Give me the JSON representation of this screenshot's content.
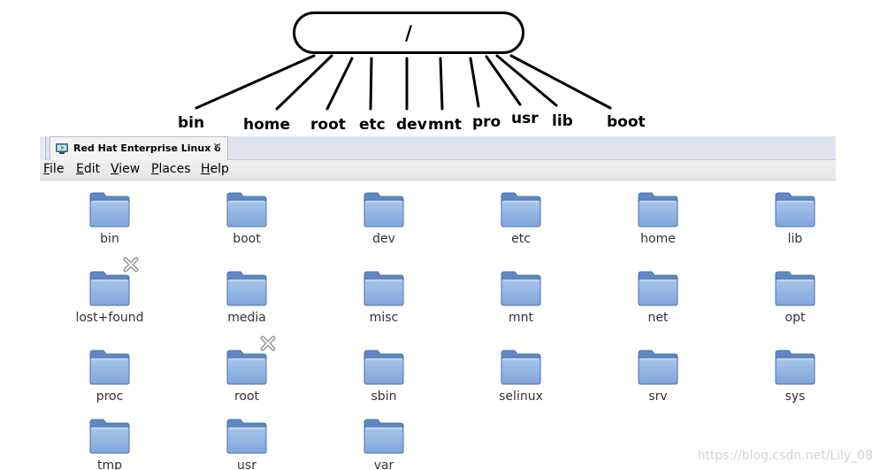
{
  "diagram": {
    "root_label": "/",
    "branches": [
      {
        "id": "bin",
        "label": "bin"
      },
      {
        "id": "home",
        "label": "home"
      },
      {
        "id": "root",
        "label": "root"
      },
      {
        "id": "etc",
        "label": "etc"
      },
      {
        "id": "dev",
        "label": "dev"
      },
      {
        "id": "mnt",
        "label": "mnt"
      },
      {
        "id": "pro",
        "label": "pro"
      },
      {
        "id": "usr",
        "label": "usr"
      },
      {
        "id": "lib",
        "label": "lib"
      },
      {
        "id": "boot",
        "label": "boot"
      }
    ]
  },
  "window": {
    "tab": {
      "title": "Red Hat Enterprise Linux 6",
      "close_glyph": "✕"
    },
    "menu": [
      "File",
      "Edit",
      "View",
      "Places",
      "Help"
    ],
    "items": [
      {
        "name": "bin",
        "emblem": false
      },
      {
        "name": "boot",
        "emblem": false
      },
      {
        "name": "dev",
        "emblem": false
      },
      {
        "name": "etc",
        "emblem": false
      },
      {
        "name": "home",
        "emblem": false
      },
      {
        "name": "lib",
        "emblem": false
      },
      {
        "name": "lost+found",
        "emblem": true
      },
      {
        "name": "media",
        "emblem": false
      },
      {
        "name": "misc",
        "emblem": false
      },
      {
        "name": "mnt",
        "emblem": false
      },
      {
        "name": "net",
        "emblem": false
      },
      {
        "name": "opt",
        "emblem": false
      },
      {
        "name": "proc",
        "emblem": false
      },
      {
        "name": "root",
        "emblem": true
      },
      {
        "name": "sbin",
        "emblem": false
      },
      {
        "name": "selinux",
        "emblem": false
      },
      {
        "name": "srv",
        "emblem": false
      },
      {
        "name": "sys",
        "emblem": false
      },
      {
        "name": "tmp",
        "emblem": false
      },
      {
        "name": "usr",
        "emblem": false
      },
      {
        "name": "var",
        "emblem": false
      }
    ]
  },
  "watermark": "https://blog.csdn.net/Lily_08",
  "colors": {
    "folder_body": "#7fa6da",
    "folder_tab": "#5f88c4",
    "tabbar": "#dfe3ef",
    "emblem": "#9a9a9a"
  },
  "icons": {
    "tab_icon": "computer-icon",
    "folder": "folder-icon",
    "emblem": "no-access-emblem-icon"
  }
}
